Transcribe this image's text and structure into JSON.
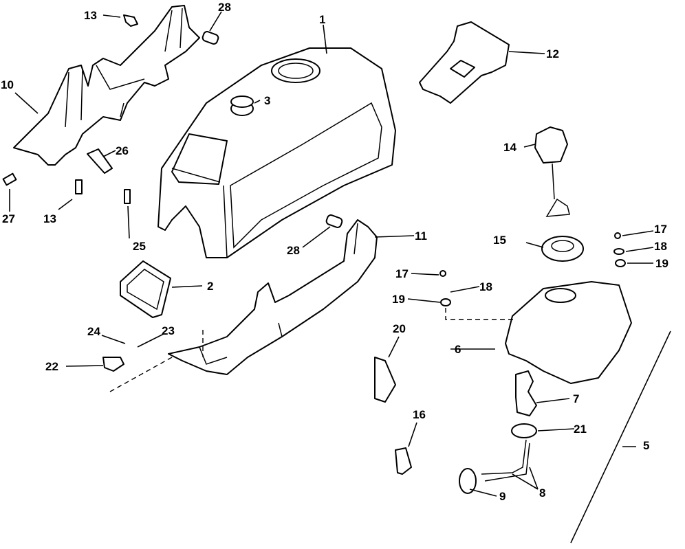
{
  "diagram": {
    "type": "exploded parts diagram",
    "callouts": [
      "13",
      "28",
      "1",
      "12",
      "10",
      "3",
      "26",
      "14",
      "27",
      "13",
      "25",
      "28",
      "11",
      "17",
      "15",
      "18",
      "19",
      "17",
      "18",
      "2",
      "19",
      "20",
      "24",
      "23",
      "6",
      "22",
      "7",
      "16",
      "21",
      "5",
      "9",
      "8"
    ]
  }
}
